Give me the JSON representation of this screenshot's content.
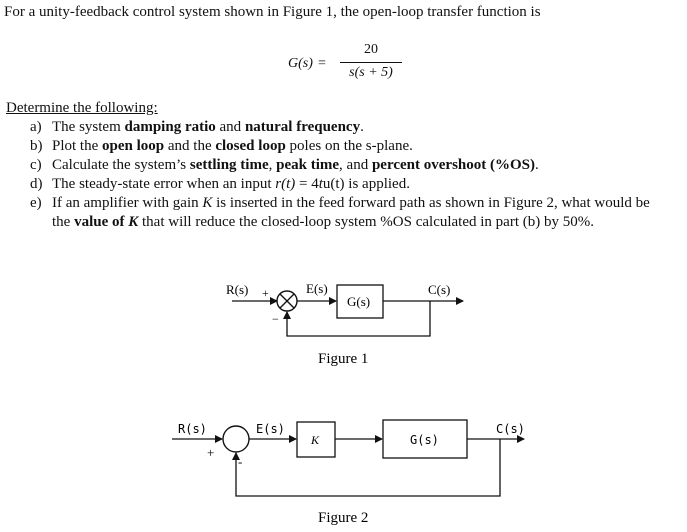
{
  "intro": "For a unity-feedback control system shown in Figure 1, the open-loop transfer function is",
  "tf": {
    "lhs": "G(s)",
    "eq": "=",
    "num": "20",
    "den": "s(s + 5)"
  },
  "determine": "Determine the following:",
  "items": [
    {
      "label": "a)",
      "t1": "The system ",
      "b1": "damping ratio",
      "t2": " and ",
      "b2": "natural frequency",
      "t3": "."
    },
    {
      "label": "b)",
      "t1": "Plot the ",
      "b1": "open loop",
      "t2": " and the ",
      "b2": "closed loop",
      "t3": " poles on the s-plane."
    },
    {
      "label": "c)",
      "t1": "Calculate the system’s ",
      "b1": "settling time",
      "t2": ", ",
      "b2": "peak time",
      "t3": ", and ",
      "b3": "percent overshoot (%OS)",
      "t4": "."
    },
    {
      "label": "d)",
      "t1": "The steady-state error when an input ",
      "i1": "r(t)",
      "t2": " = 4",
      "i2": "t",
      "t3": "u(t) is applied."
    },
    {
      "label": "e)",
      "t1": "If an amplifier with gain ",
      "i1": "K",
      "t2": " is inserted in the feed forward path as shown in Figure 2, what would be"
    }
  ],
  "item_e_cont": {
    "t1": "the ",
    "b1": "value of ",
    "bi1": "K",
    "t2": " that will reduce the closed-loop system %OS calculated in part (b) by 50%."
  },
  "fig1": {
    "input": "R(s)",
    "plus": "+",
    "minus": "−",
    "error": "E(s)",
    "block": "G(s)",
    "output": "C(s)",
    "caption": "Figure 1"
  },
  "fig2": {
    "input": "R(s)",
    "plus": "+",
    "minus": "-",
    "error": "E(s)",
    "gain": "K",
    "block": "G(s)",
    "output": "C(s)",
    "caption": "Figure 2"
  }
}
